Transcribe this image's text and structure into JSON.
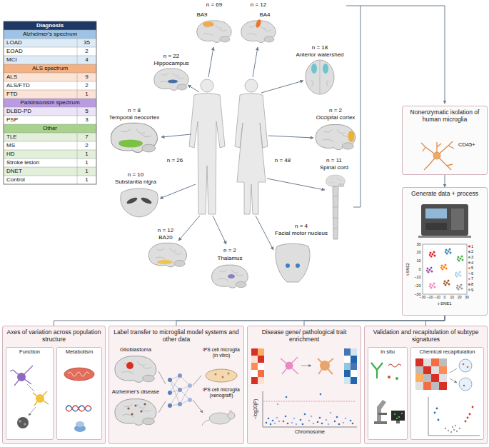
{
  "diagram": {
    "nodes": [
      {
        "text": [
          "Nonenzymatic isolation of human microglia"
        ]
      },
      {
        "text": [
          "Generate data + process"
        ]
      },
      {
        "text": [
          "Axes of variation across population structure"
        ]
      },
      {
        "text": [
          "Label transfer to microglial model systems and other data"
        ]
      },
      {
        "text": [
          "Disease gene/ pathological trait enrichment"
        ]
      },
      {
        "text": [
          "Validation and recapitulation of subtype signatures"
        ]
      },
      {
        "text": [
          "Function"
        ],
        "in": 2
      },
      {
        "text": [
          "Metabolism"
        ],
        "in": 2
      },
      {
        "text": [
          "In situ"
        ],
        "in": 5
      },
      {
        "text": [
          "Chemical recapitulation"
        ],
        "in": 5
      }
    ],
    "edges": [
      {
        "from": 0,
        "to": 1,
        "arrow": "to"
      },
      {
        "from": 1,
        "to": 2,
        "arrow": "none"
      },
      {
        "from": 1,
        "to": 3,
        "arrow": "none"
      },
      {
        "from": 1,
        "to": 4,
        "arrow": "none"
      },
      {
        "from": 1,
        "to": 5,
        "arrow": "none"
      }
    ],
    "labels": [
      "Diagnosis",
      "Alzheimer's spectrum",
      "LOAD",
      "35",
      "EOAD",
      "2",
      "MCI",
      "4",
      "ALS spectrum",
      "ALS",
      "9",
      "ALS/FTD",
      "2",
      "FTD",
      "1",
      "Parkinsonism spectrum",
      "DLBD-PD",
      "5",
      "PSP",
      "3",
      "Other",
      "TLE",
      "7",
      "MS",
      "2",
      "HD",
      "1",
      "Stroke lesion",
      "1",
      "DNET",
      "1",
      "Control",
      "1",
      "n = 69",
      "BA9",
      "n = 12",
      "BA4",
      "n = 22",
      "Hippocampus",
      "n = 18",
      "Anterior watershed",
      "n = 8",
      "Temporal neocortex",
      "n = 26",
      "n = 48",
      "n = 2",
      "Occipital cortex",
      "n = 10",
      "Substantia nigra",
      "n = 11",
      "Spinal cord",
      "n = 12",
      "BA20",
      "n = 2",
      "Thalamus",
      "n = 4",
      "Facial motor nucleus",
      "CD45+",
      "t-SNE2",
      "t-SNE1",
      "30",
      "20",
      "10",
      "0",
      "−10",
      "−20",
      "−30",
      "−30",
      "−20",
      "−10",
      "0",
      "10",
      "20",
      "30",
      "1",
      "2",
      "3",
      "4",
      "5",
      "6",
      "7",
      "8",
      "9",
      "Glioblastoma",
      "Alzheimer's disease",
      "iPS cell microglia (in vitro)",
      "iPS cell microglia (xenograft)",
      "−log10(P)",
      "Chromosome"
    ]
  }
}
